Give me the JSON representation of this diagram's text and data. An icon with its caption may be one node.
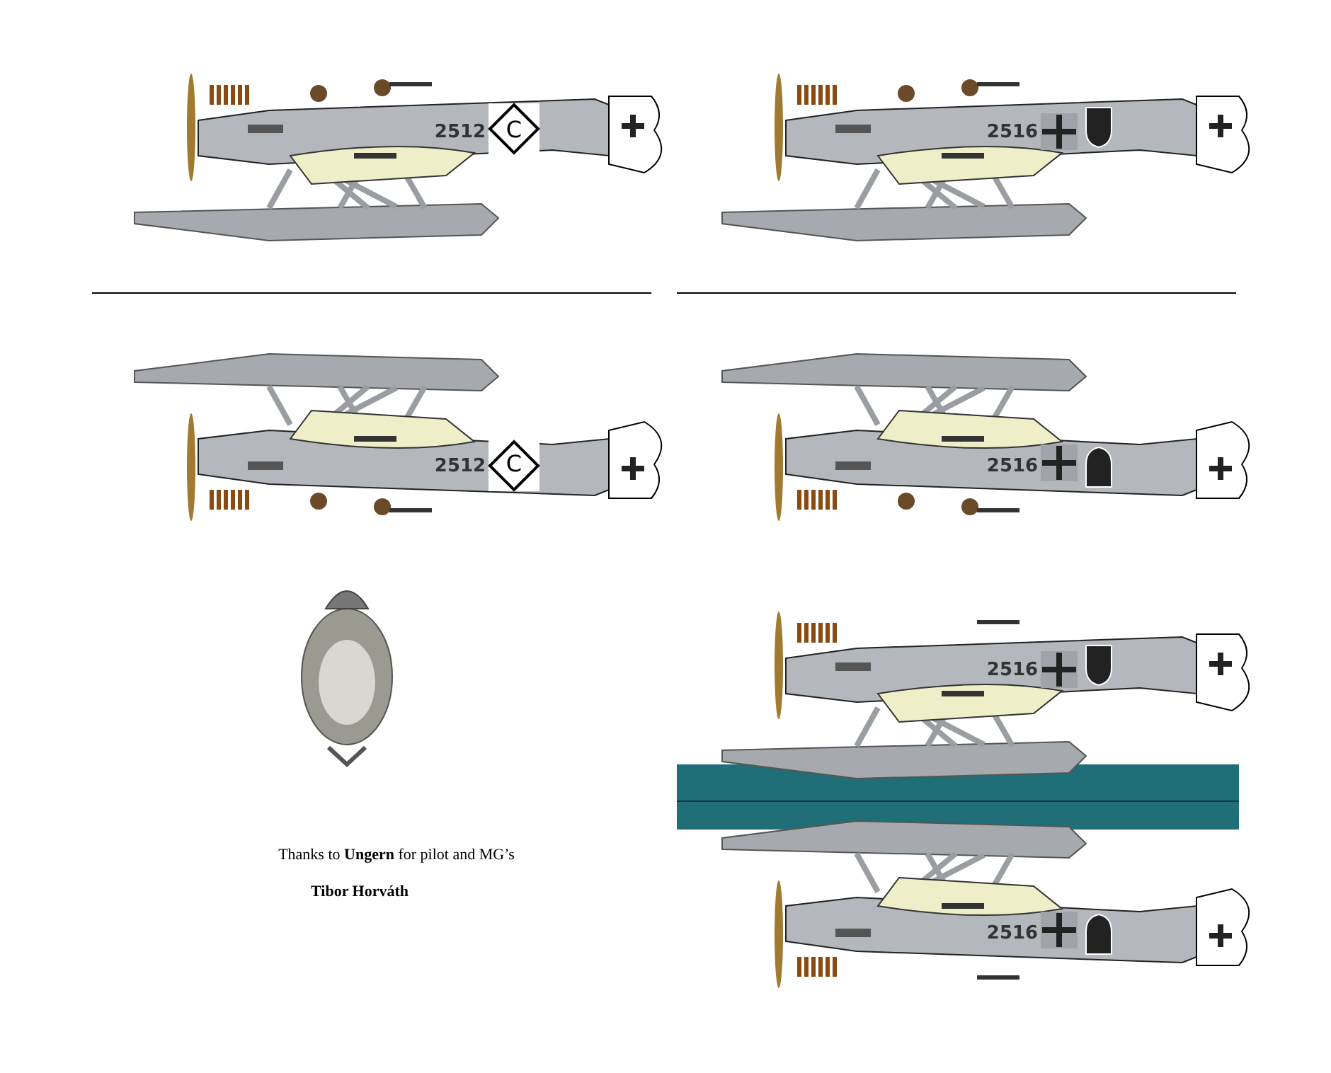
{
  "diagram": {
    "labels": [
      "2512",
      "C",
      "2516",
      "2512",
      "C",
      "2516",
      "2516",
      "Thanks to **Ungern** for pilot and MG’s",
      "Tibor Horváth",
      "2516"
    ]
  }
}
